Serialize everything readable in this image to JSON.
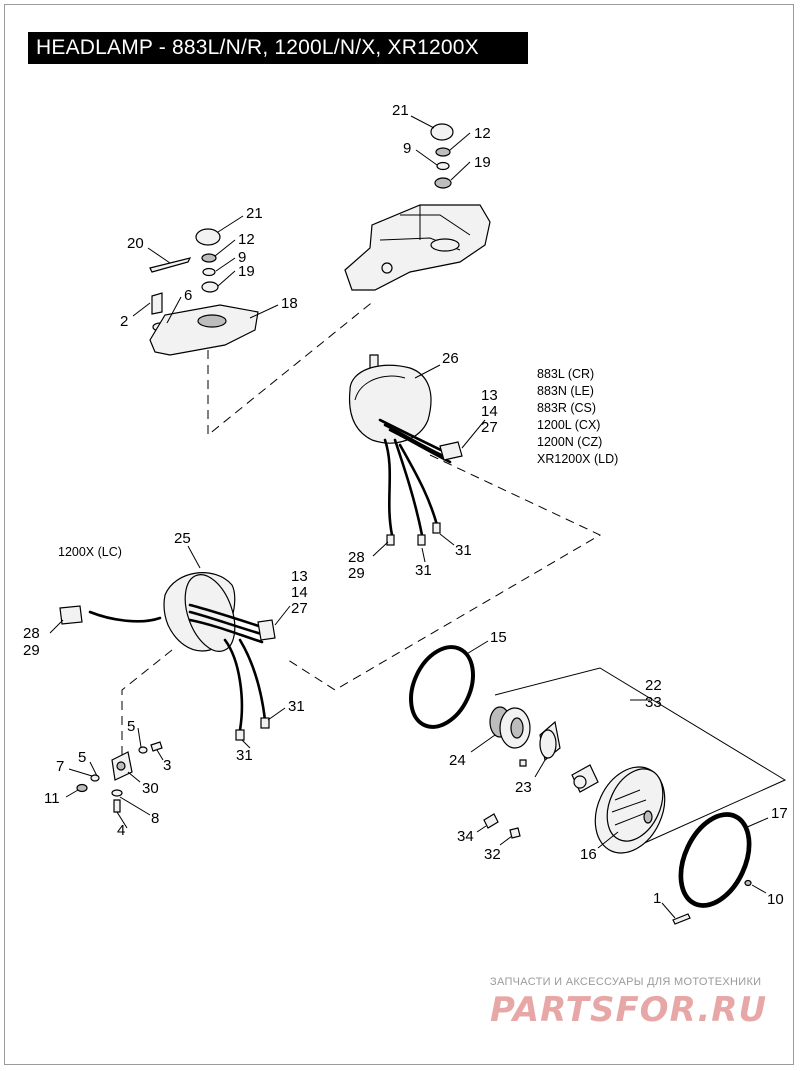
{
  "title": "HEADLAMP - 883L/N/R, 1200L/N/X, XR1200X",
  "model_list": [
    "883L (CR)",
    "883N (LE)",
    "883R (CS)",
    "1200L (CX)",
    "1200N (CZ)",
    "XR1200X (LD)"
  ],
  "model_label_lc": "1200X (LC)",
  "callouts": {
    "c21a": "21",
    "c12a": "12",
    "c9a": "9",
    "c19a": "19",
    "c21b": "21",
    "c20": "20",
    "c12b": "12",
    "c9b": "9",
    "c19b": "19",
    "c6": "6",
    "c2": "2",
    "c18": "18",
    "c26": "26",
    "c13a": "13",
    "c14a": "14",
    "c27a": "27",
    "c28a": "28",
    "c29a": "29",
    "c31a": "31",
    "c31b": "31",
    "c25": "25",
    "c13b": "13",
    "c14b": "14",
    "c27b": "27",
    "c28b": "28",
    "c29b": "29",
    "c31c": "31",
    "c31d": "31",
    "c15": "15",
    "c22": "22",
    "c33": "33",
    "c24": "24",
    "c23": "23",
    "c5a": "5",
    "c3": "3",
    "c7": "7",
    "c5b": "5",
    "c30": "30",
    "c11": "11",
    "c8": "8",
    "c4": "4",
    "c34": "34",
    "c32": "32",
    "c16": "16",
    "c17": "17",
    "c1": "1",
    "c10": "10"
  },
  "watermark": {
    "subtitle": "ЗАПЧАСТИ И АКСЕССУАРЫ ДЛЯ МОТОТЕХНИКИ",
    "logo": "PARTSFOR.RU"
  },
  "colors": {
    "title_bg": "#000000",
    "title_fg": "#ffffff",
    "watermark": "#e8a7a7"
  }
}
